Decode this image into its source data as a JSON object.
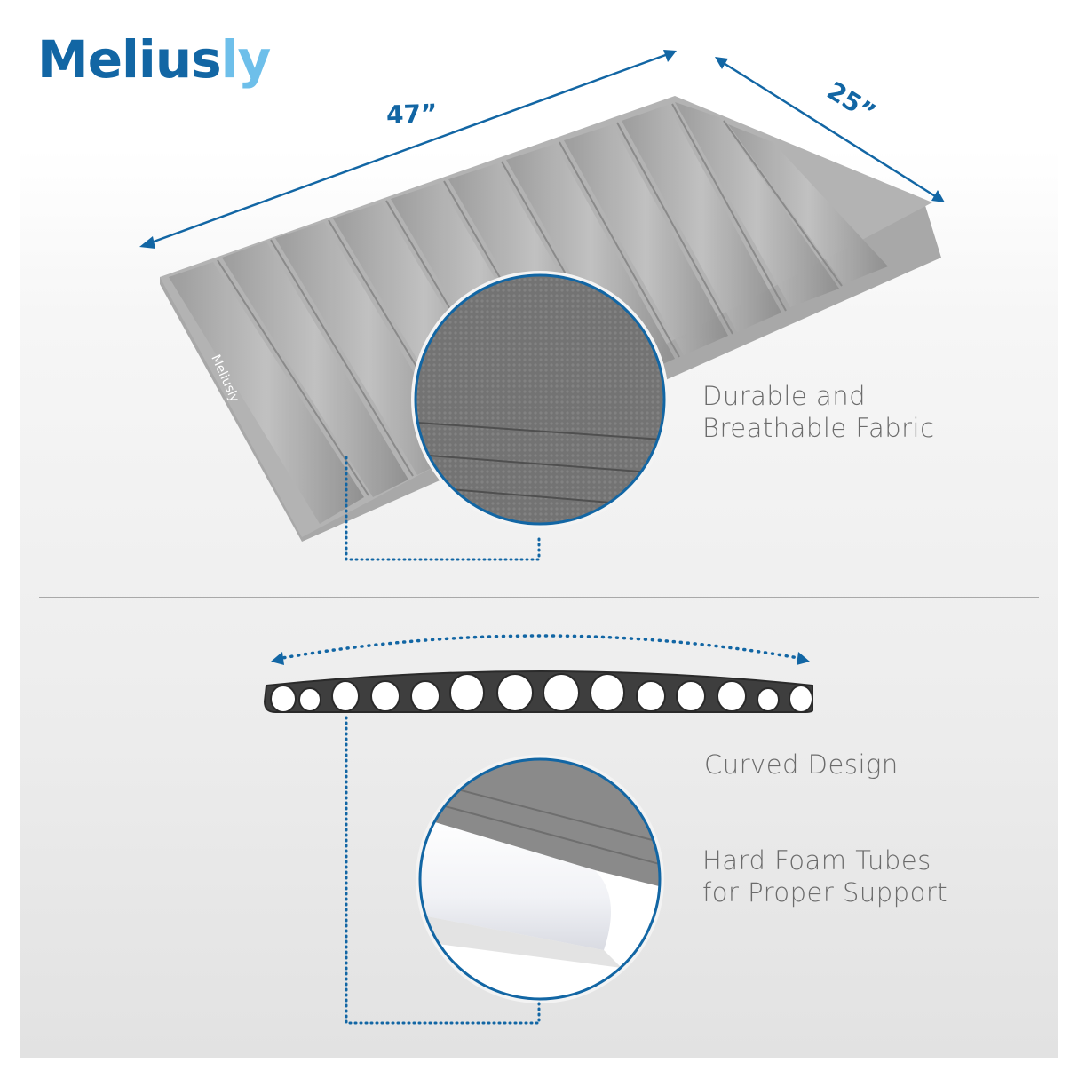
{
  "brand": {
    "name_main": "Meliusly",
    "name_dark": "Melius",
    "name_light": "ly",
    "colors": {
      "primary": "#1266a4",
      "secondary": "#6ebfea",
      "text_gray": "#6b6b6b",
      "divider": "#a9a9a9"
    }
  },
  "product_view": {
    "dimension_length": "47”",
    "dimension_width": "25”",
    "mat_imprint": "Meliusly",
    "icon": "mat-with-tubes-illustration"
  },
  "features": [
    {
      "id": "fabric",
      "lines": [
        "Durable and",
        "Breathable Fabric"
      ],
      "icon": "fabric-closeup-circle"
    },
    {
      "id": "curve",
      "lines": [
        "Curved Design"
      ],
      "icon": "curved-cross-section"
    },
    {
      "id": "tubes",
      "lines": [
        "Hard Foam Tubes",
        "for Proper Support"
      ],
      "icon": "foam-tube-closeup-circle"
    }
  ],
  "cross_section": {
    "tube_count": 14,
    "tube_radii": [
      17,
      15,
      18,
      18,
      18,
      23,
      23,
      23,
      23,
      18,
      18,
      18,
      15,
      15
    ]
  }
}
